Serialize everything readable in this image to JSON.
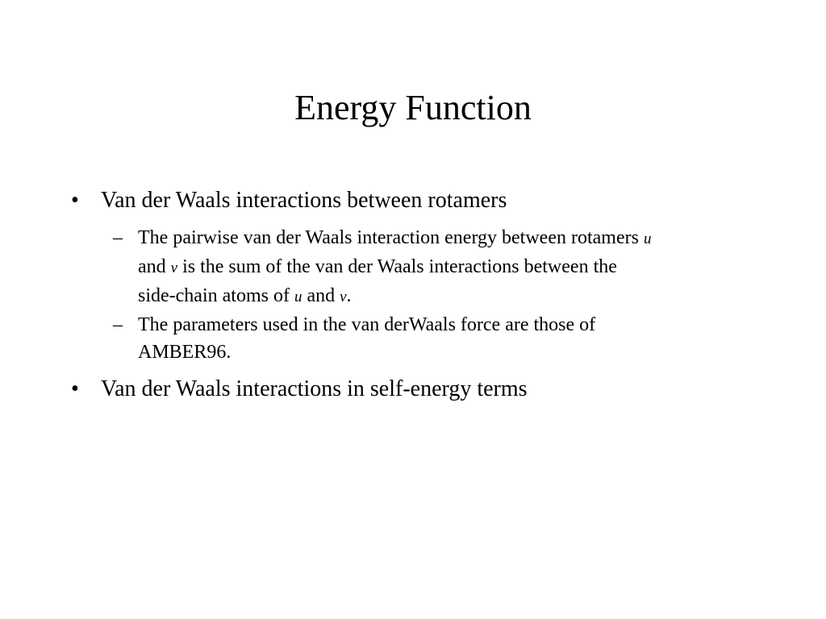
{
  "slide": {
    "title": "Energy Function",
    "bullet_marker": "•",
    "dash_marker": "–",
    "bullet1": {
      "text": "Van der Waals interactions between rotamers",
      "sub1": {
        "line1_a": "The pairwise van der Waals interaction energy between rotamers ",
        "var_u": "u",
        "line2_a": "and ",
        "var_v": "v",
        "line2_b": " is the sum of the van der Waals interactions between the",
        "line3_a": "side-chain atoms of ",
        "line3_b": " and ",
        "line3_c": "."
      },
      "sub2": {
        "line1": "The parameters used in the van derWaals force are those of",
        "line2": "AMBER96."
      }
    },
    "bullet2": {
      "text": "Van der Waals interactions in self-energy terms"
    }
  }
}
